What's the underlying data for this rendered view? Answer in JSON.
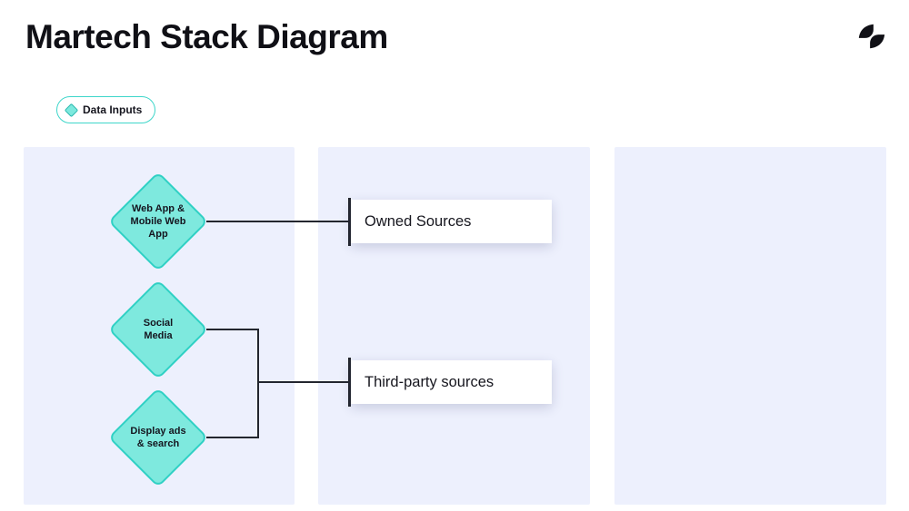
{
  "header": {
    "title": "Martech Stack Diagram",
    "logo_icon": "brand-logo-icon"
  },
  "legend": {
    "label": "Data Inputs",
    "icon": "diamond-icon",
    "border_color": "#3ed6ca"
  },
  "canvas": {
    "panel_count": 3,
    "panel_bg": "#edf0fd"
  },
  "diagram": {
    "nodes": [
      {
        "id": "web-app",
        "type": "diamond",
        "label": "Web App & Mobile Web App"
      },
      {
        "id": "social-media",
        "type": "diamond",
        "label": "Social Media"
      },
      {
        "id": "display-ads",
        "type": "diamond",
        "label": "Display ads & search"
      },
      {
        "id": "owned-sources",
        "type": "box",
        "label": "Owned Sources"
      },
      {
        "id": "third-party-sources",
        "type": "box",
        "label": "Third-party sources"
      }
    ],
    "edges": [
      {
        "from": "web-app",
        "to": "owned-sources"
      },
      {
        "from": "social-media",
        "to": "third-party-sources"
      },
      {
        "from": "display-ads",
        "to": "third-party-sources"
      }
    ],
    "colors": {
      "diamond_fill": "#7ee9de",
      "diamond_border": "#2fd0c4",
      "connector": "#23262e",
      "text": "#15151f"
    }
  }
}
